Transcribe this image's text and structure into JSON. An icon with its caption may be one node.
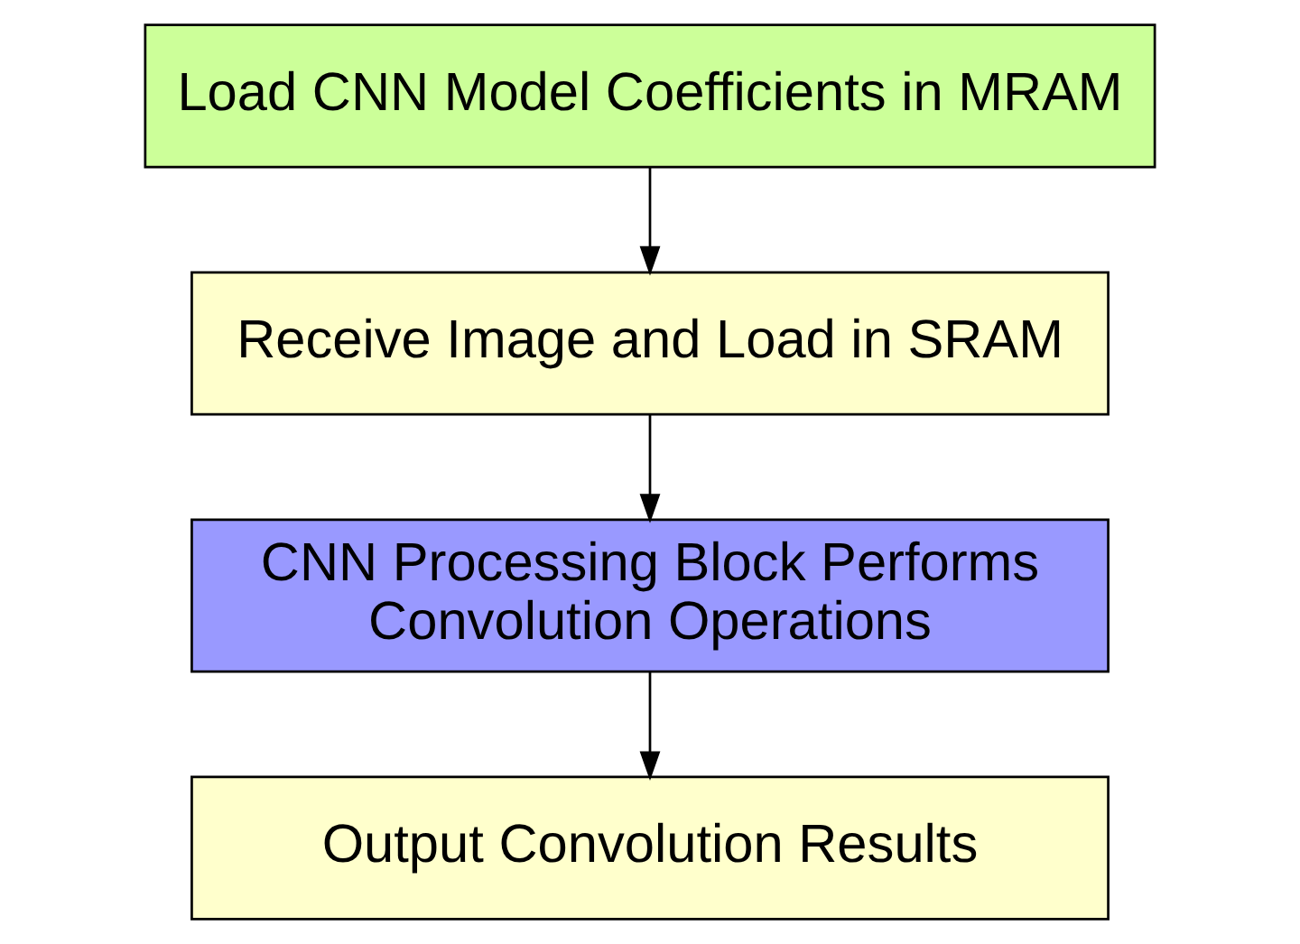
{
  "diagram": {
    "nodes": [
      {
        "text": [
          "Load CNN Model Coefficients in MRAM"
        ]
      },
      {
        "text": [
          "Receive Image and Load in SRAM"
        ]
      },
      {
        "text": [
          "CNN Processing Block Performs Convolution Operations"
        ]
      },
      {
        "text": [
          "Output Convolution Results"
        ]
      }
    ],
    "edges": [
      {
        "from": 0,
        "to": 1,
        "arrow": "to"
      },
      {
        "from": 1,
        "to": 2,
        "arrow": "to"
      },
      {
        "from": 2,
        "to": 3,
        "arrow": "to"
      }
    ]
  }
}
